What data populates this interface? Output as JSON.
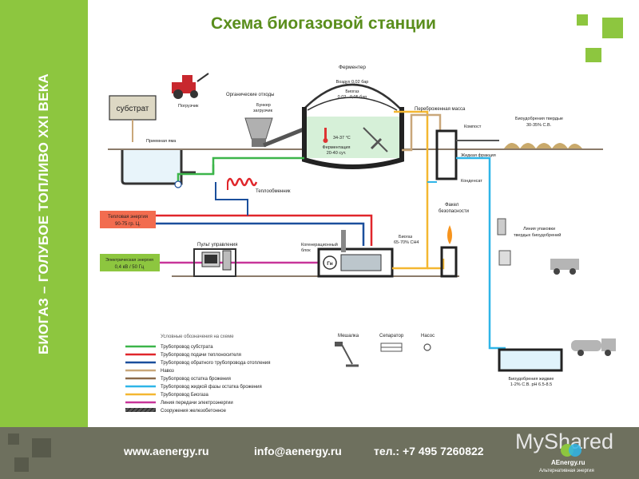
{
  "header": {
    "title": "Схема биогазовой станции",
    "sidebar_text": "БИОГАЗ – ГОЛУБОЕ ТОПЛИВО XXI ВЕКА"
  },
  "diagram": {
    "labels": {
      "fermenter": "Ферментер",
      "air": "Воздух 0,02 бар",
      "biogas_pressure_1": "Биогаз",
      "biogas_pressure_2": "0,02...0,05 бар",
      "organic_waste": "Органические отходы",
      "loader": "Погрузчик",
      "hopper_1": "Бункер",
      "hopper_2": "загрузчик",
      "substrate": "субстрат",
      "reception_pit": "Приемная яма",
      "heat_exchanger": "Теплообменник",
      "temperature": "34-37 °C",
      "fermentation_1": "Ферментация",
      "fermentation_2": "20-40 сут.",
      "digestate": "Переброженная масса",
      "compost": "Компост",
      "solid_fert_1": "Биоудобрения твердые",
      "solid_fert_2": "30-35% С.В.",
      "liquid_fraction": "Жидкая фракция",
      "condensate": "Конденсат",
      "flare_1": "Факел",
      "flare_2": "безопасности",
      "thermal_1": "Тепловая энергия",
      "thermal_2": "90-75 гр. Ц.",
      "control_panel": "Пульт управления",
      "cogen_1": "Когенерационный",
      "cogen_2": "блок",
      "generator": "Гн",
      "biogas_1": "Биогаз",
      "biogas_2": "65-70% CH4",
      "packing_1": "Линия упаковки",
      "packing_2": "твердых биоудобрений",
      "electric_1": "Электрическая энергия",
      "electric_2": "0,4 кВ / 50 Гц",
      "liquid_fert_1": "Биоудобрения жидкие",
      "liquid_fert_2": "1-2% С.В.  pH 6.5-8.5"
    },
    "legend": {
      "title": "Условные обозначения на схеме",
      "items": [
        {
          "label": "Трубопровод субстрата",
          "color": "#3cb54a"
        },
        {
          "label": "Трубопровод подачи теплоносителя",
          "color": "#e0262b"
        },
        {
          "label": "Трубопровод обратного трубопровода отопления",
          "color": "#1b4f9c"
        },
        {
          "label": "Навоз",
          "color": "#c9a77a"
        },
        {
          "label": "Трубопровод остатка брожения",
          "color": "#8b6a4a"
        },
        {
          "label": "Трубопровод жидкой фазы остатка брожения",
          "color": "#2fb5e8"
        },
        {
          "label": "Трубопровод Биогаза",
          "color": "#f4b731"
        },
        {
          "label": "Линия передачи электроэнергии",
          "color": "#c8359a"
        },
        {
          "label": "Сооружения железобетонное",
          "color": "#333333"
        }
      ],
      "mixer": "Мешалка",
      "separator": "Сепаратор",
      "pump": "Насос"
    }
  },
  "footer": {
    "website": "www.aenergy.ru",
    "email": "info@aenergy.ru",
    "phone": "тел.: +7 495 7260822",
    "watermark": "MyShared",
    "brand": "AEnergy.ru",
    "brand_sub": "Альтернативная энергия"
  }
}
